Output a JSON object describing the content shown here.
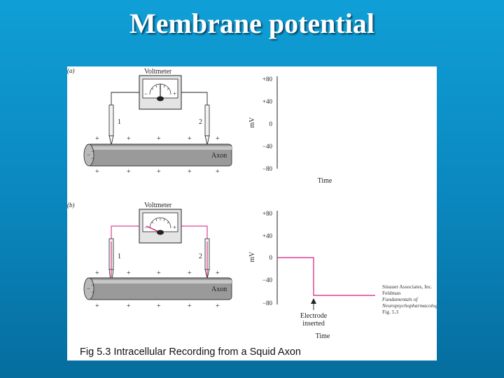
{
  "slide": {
    "title": "Membrane potential"
  },
  "figure": {
    "caption": "Fig 5.3 Intracellular Recording from a Squid Axon",
    "credit": {
      "publisher": "Sinauer Associates, Inc.",
      "author": "Feldman",
      "book_line1": "Fundamentals of",
      "book_line2": "Neuropsychopharmacology",
      "fig": "Fig. 5.3"
    },
    "panels": [
      {
        "id": "a",
        "label": "(a)",
        "voltmeter_label": "Voltmeter",
        "meter_minus": "−",
        "meter_plus": "+",
        "electrode1": "1",
        "electrode2": "2",
        "axon_label": "Axon",
        "charge_symbol": "+",
        "inside_symbol": "−",
        "y_unit": "mV",
        "y_ticks": [
          "+80",
          "+40",
          "0",
          "−40",
          "−80"
        ],
        "x_label": "Time",
        "trace_color": "#ff0000"
      },
      {
        "id": "b",
        "label": "(b)",
        "voltmeter_label": "Voltmeter",
        "meter_minus": "−",
        "meter_plus": "+",
        "electrode1": "1",
        "electrode2": "2",
        "axon_label": "Axon",
        "charge_symbol": "+",
        "inside_symbol": "−",
        "y_unit": "mV",
        "y_ticks": [
          "+80",
          "+40",
          "0",
          "−40",
          "−80"
        ],
        "x_label": "Time",
        "marker_line1": "Electrode",
        "marker_line2": "inserted",
        "wire_color": "#d6187e"
      }
    ]
  }
}
